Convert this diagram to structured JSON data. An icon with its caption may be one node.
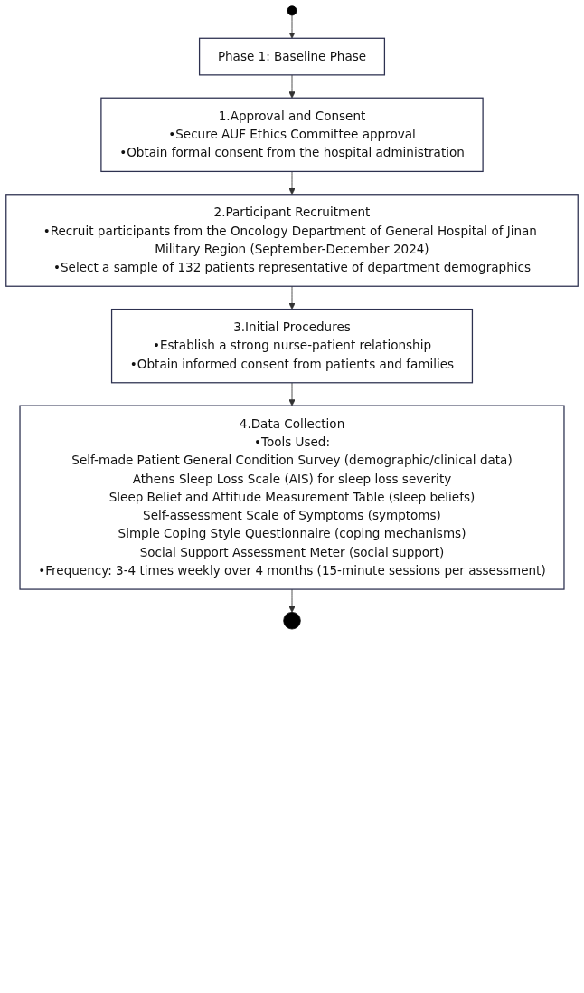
{
  "diagram": {
    "nodes": [
      {
        "text": [],
        "shape": "circle"
      },
      {
        "text": [
          "Phase 1: Baseline Phase"
        ]
      },
      {
        "text": [
          "1.Approval and Consent",
          "•Secure AUF Ethics Committee approval",
          "•Obtain formal consent from the hospital administration"
        ]
      },
      {
        "text": [
          "2.Participant Recruitment",
          "•Recruit participants from the Oncology Department of General Hospital of Jinan Military Region (September-December 2024)",
          "•Select a sample of 132 patients representative of department demographics"
        ]
      },
      {
        "text": [
          "3.Initial Procedures",
          "•Establish a strong nurse-patient relationship",
          "•Obtain informed consent from patients and families"
        ]
      },
      {
        "text": [
          "4.Data Collection",
          "•Tools Used:",
          "Self-made Patient General Condition Survey (demographic/clinical data)",
          "Athens Sleep Loss Scale (AIS) for sleep loss severity",
          "Sleep Belief and Attitude Measurement Table (sleep beliefs)",
          "Self-assessment Scale of Symptoms (symptoms)",
          "Simple Coping Style Questionnaire (coping mechanisms)",
          "Social Support Assessment Meter (social support)",
          "•Frequency: 3-4 times weekly over 4 months (15-minute sessions per assessment)"
        ]
      },
      {
        "text": [],
        "shape": "circle"
      }
    ],
    "edges": [
      {
        "from": 0,
        "to": 1,
        "arrow": "to"
      },
      {
        "from": 1,
        "to": 2,
        "arrow": "to"
      },
      {
        "from": 2,
        "to": 3,
        "arrow": "to"
      },
      {
        "from": 3,
        "to": 4,
        "arrow": "to"
      },
      {
        "from": 4,
        "to": 5,
        "arrow": "to"
      },
      {
        "from": 5,
        "to": 6,
        "arrow": "to"
      }
    ]
  }
}
